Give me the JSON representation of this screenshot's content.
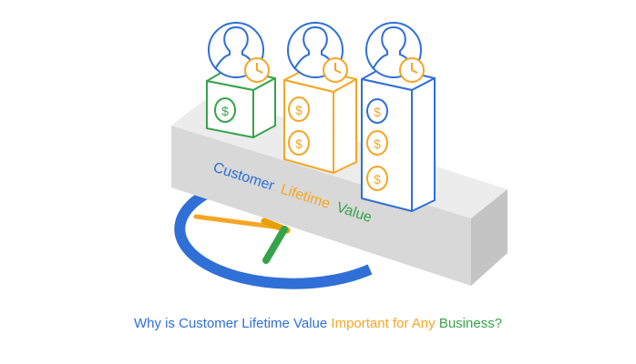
{
  "colors": {
    "blue": "#2f6fd6",
    "orange": "#f5a623",
    "green": "#36a34a",
    "platform_top": "#ececec",
    "platform_side": "#dadada",
    "caption_dark": "#3b3b3b"
  },
  "platform_label": {
    "word1": "Customer",
    "word2": "Lifetime",
    "word3": "Value"
  },
  "caption": {
    "part1": "Why is Customer Lifetime Value",
    "part2": "Important for Any",
    "part3": "Business?"
  },
  "icons": [
    "user-avatar-icon",
    "clock-icon",
    "dollar-coin-icon",
    "gauge-dial-icon"
  ],
  "gauge": {
    "level_description": "needle pointing left toward mid-range"
  }
}
